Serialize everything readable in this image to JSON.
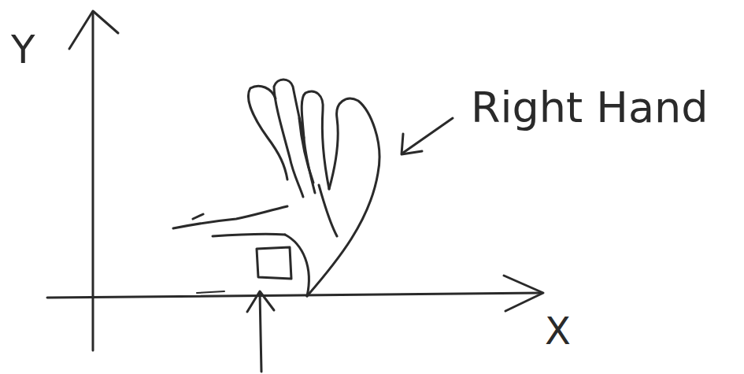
{
  "diagram": {
    "labels": [
      "Y",
      "X",
      "Right Hand"
    ]
  }
}
